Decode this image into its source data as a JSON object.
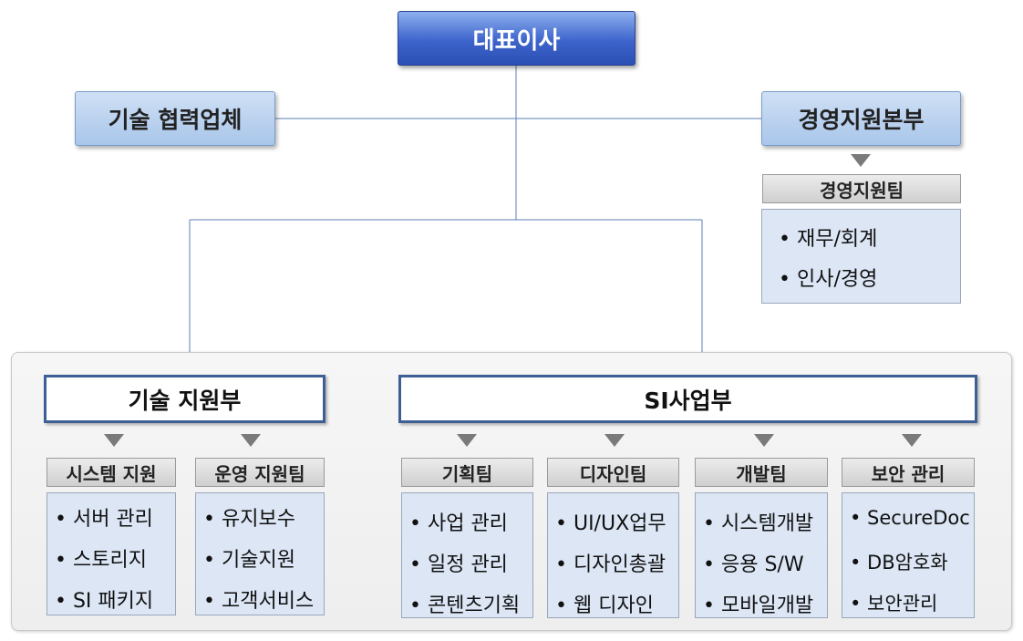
{
  "ceo": "대표이사",
  "partner": "기술 협력업체",
  "management_hq": {
    "title": "경영지원본부",
    "team": "경영지원팀",
    "items": [
      "• 재무/회계",
      "• 인사/경영"
    ]
  },
  "tech_dept": {
    "title": "기술 지원부",
    "teams": [
      {
        "title": "시스템 지원",
        "items": [
          "• 서버 관리",
          "• 스토리지",
          "• SI 패키지"
        ]
      },
      {
        "title": "운영 지원팀",
        "items": [
          "• 유지보수",
          "• 기술지원",
          "• 고객서비스"
        ]
      }
    ]
  },
  "si_dept": {
    "title": "SI사업부",
    "teams": [
      {
        "title": "기획팀",
        "items": [
          "• 사업 관리",
          "• 일정 관리",
          "• 콘텐츠기획"
        ]
      },
      {
        "title": "디자인팀",
        "items": [
          "• UI/UX업무",
          "• 디자인총괄",
          "• 웹 디자인"
        ]
      },
      {
        "title": "개발팀",
        "items": [
          "• 시스템개발",
          "• 응용 S/W",
          "• 모바일개발"
        ]
      },
      {
        "title": "보안 관리",
        "items": [
          "• SecureDoc",
          "• DB암호화",
          "• 보안관리"
        ]
      }
    ]
  }
}
